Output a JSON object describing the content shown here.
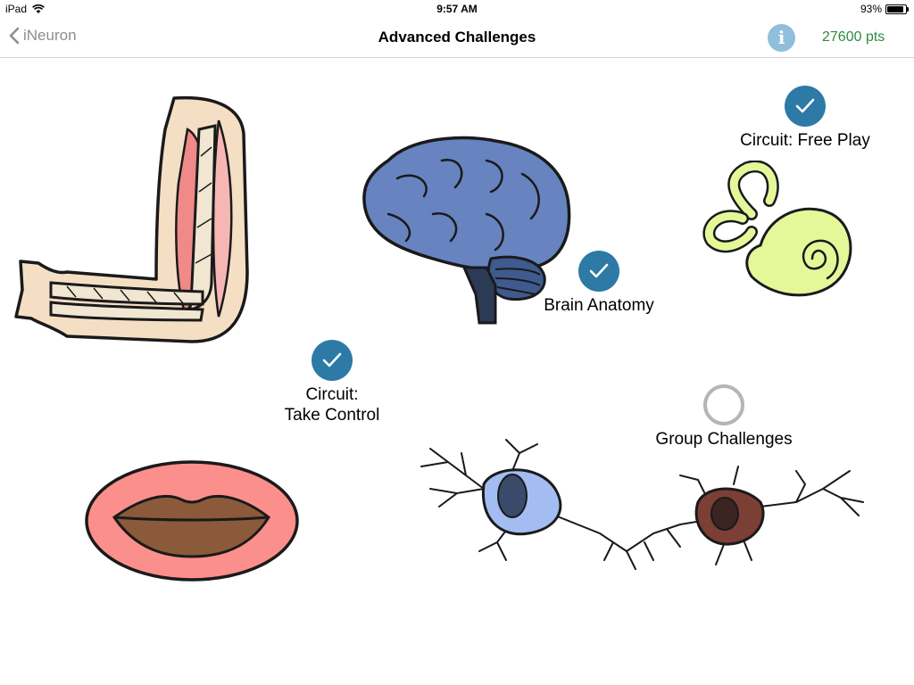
{
  "status_bar": {
    "device": "iPad",
    "time": "9:57 AM",
    "battery": "93%",
    "battery_level": 0.93
  },
  "nav": {
    "back_label": "iNeuron",
    "title": "Advanced Challenges",
    "info_glyph": "i",
    "points": "27600 pts"
  },
  "challenges": [
    {
      "label": "Circuit: Free Play",
      "status": "completed"
    },
    {
      "label": "Brain Anatomy",
      "status": "completed"
    },
    {
      "label_line1": "Circuit:",
      "label_line2": "Take Control",
      "status": "completed"
    },
    {
      "label": "Group Challenges",
      "status": "incomplete"
    }
  ],
  "illustrations": [
    "arm-muscle-illustration",
    "brain-illustration",
    "inner-ear-cochlea-illustration",
    "lips-illustration",
    "neurons-illustration"
  ],
  "colors": {
    "accent_check": "#2c7aa5",
    "info_button": "#8fbfdc",
    "points_text": "#2f8a3f",
    "incomplete_ring": "#b5b5b5"
  }
}
